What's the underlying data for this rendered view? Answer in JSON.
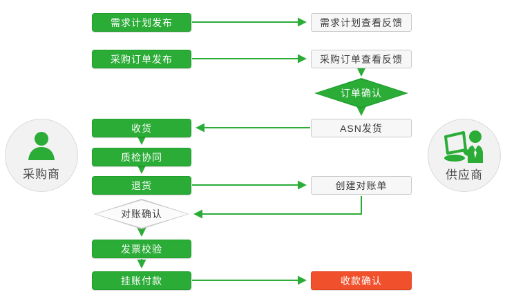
{
  "diagram": {
    "actors": [
      {
        "id": "buyer",
        "label": "采购商"
      },
      {
        "id": "supplier",
        "label": "供应商"
      }
    ],
    "nodes": [
      {
        "id": "demand-plan-publish",
        "label": "需求计划发布",
        "shape": "rect",
        "style": "green"
      },
      {
        "id": "demand-plan-feedback",
        "label": "需求计划查看反馈",
        "shape": "rect",
        "style": "gray"
      },
      {
        "id": "po-publish",
        "label": "采购订单发布",
        "shape": "rect",
        "style": "green"
      },
      {
        "id": "po-feedback",
        "label": "采购订单查看反馈",
        "shape": "rect",
        "style": "gray"
      },
      {
        "id": "order-confirm",
        "label": "订单确认",
        "shape": "diamond",
        "style": "green"
      },
      {
        "id": "asn-ship",
        "label": "ASN发货",
        "shape": "rect",
        "style": "gray"
      },
      {
        "id": "receive",
        "label": "收货",
        "shape": "rect",
        "style": "green"
      },
      {
        "id": "quality-collaborate",
        "label": "质检协同",
        "shape": "rect",
        "style": "green"
      },
      {
        "id": "return-goods",
        "label": "退货",
        "shape": "rect",
        "style": "green"
      },
      {
        "id": "create-statement",
        "label": "创建对账单",
        "shape": "rect",
        "style": "gray"
      },
      {
        "id": "statement-confirm",
        "label": "对账确认",
        "shape": "diamond",
        "style": "white"
      },
      {
        "id": "invoice-verify",
        "label": "发票校验",
        "shape": "rect",
        "style": "green"
      },
      {
        "id": "book-payment",
        "label": "挂账付款",
        "shape": "rect",
        "style": "green"
      },
      {
        "id": "payment-confirm",
        "label": "收款确认",
        "shape": "rect",
        "style": "red"
      }
    ],
    "edges": [
      {
        "from": "demand-plan-publish",
        "to": "demand-plan-feedback"
      },
      {
        "from": "po-publish",
        "to": "po-feedback"
      },
      {
        "from": "po-feedback",
        "to": "order-confirm"
      },
      {
        "from": "order-confirm",
        "to": "asn-ship"
      },
      {
        "from": "asn-ship",
        "to": "receive"
      },
      {
        "from": "receive",
        "to": "quality-collaborate"
      },
      {
        "from": "quality-collaborate",
        "to": "return-goods"
      },
      {
        "from": "return-goods",
        "to": "create-statement"
      },
      {
        "from": "create-statement",
        "to": "statement-confirm"
      },
      {
        "from": "statement-confirm",
        "to": "invoice-verify"
      },
      {
        "from": "invoice-verify",
        "to": "book-payment"
      },
      {
        "from": "book-payment",
        "to": "payment-confirm"
      }
    ],
    "colors": {
      "green": "#2aac36",
      "green_dark": "#1f9e2c",
      "red": "#f1502c",
      "gray_fill": "#f7f7f7",
      "gray_border": "#c9c9c9",
      "text_dark": "#3d3d3d"
    }
  }
}
